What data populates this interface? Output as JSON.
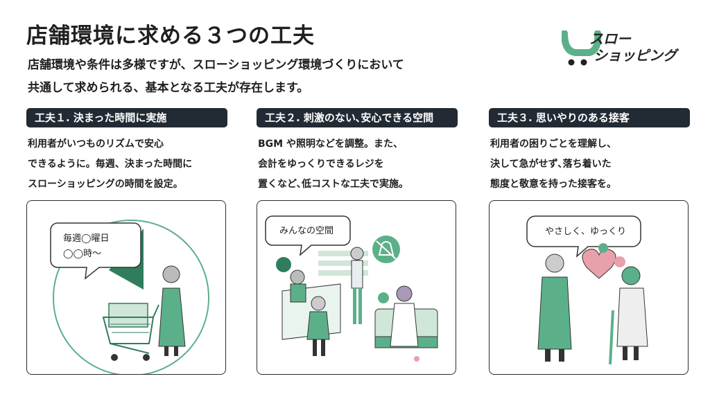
{
  "title": "店舗環境に求める３つの工夫",
  "lead": {
    "line1": "店舗環境や条件は多様ですが、スローショッピング環境づくりにおいて",
    "line2": "共通して求められる、基本となる工夫が存在します。"
  },
  "logo": {
    "line1": "スロー",
    "line2": "ショッピング"
  },
  "columns": [
    {
      "heading": "工夫１. 決まった時間に実施",
      "desc": [
        "利用者がいつものリズムで安心",
        "できるように。毎週、決まった時間に",
        "スローショッピングの時間を設定。"
      ],
      "bubble": [
        "毎週◯曜日",
        "◯◯時～"
      ]
    },
    {
      "heading": "工夫２. 刺激のない､安心できる空間",
      "desc": [
        "BGM や照明などを調整。また、",
        "会計をゆっくりできるレジを",
        "置くなど､低コストな工夫で実施。"
      ],
      "bubble": [
        "みんなの空間"
      ]
    },
    {
      "heading": "工夫３. 思いやりのある接客",
      "desc": [
        "利用者の困りごとを理解し、",
        "決して急がせず､落ち着いた",
        "態度と敬意を持った接客を。"
      ],
      "bubble": [
        "やさしく、ゆっくり"
      ]
    }
  ],
  "colors": {
    "accent_green": "#5bb08a",
    "pill_bg": "#222a33",
    "pink": "#e8a0aa",
    "text": "#1f1f1f"
  }
}
